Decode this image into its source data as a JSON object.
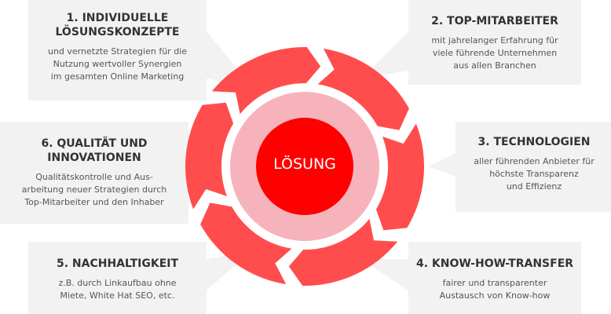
{
  "center": {
    "label": "LÖSUNG"
  },
  "colors": {
    "segment": "#ff4d4d",
    "ring": "#f7b3bb",
    "core": "#ff0000",
    "box": "#f2f2f2"
  },
  "items": [
    {
      "title": "1. INDIVIDUELLE\nLÖSUNGSKONZEPTE",
      "text": "und vernetzte Strategien für die\nNutzung wertvoller Synergien\nim gesamten Online Marketing"
    },
    {
      "title": "2. TOP-MITARBEITER",
      "text": "mit jahrelanger Erfahrung für\nviele führende Unternehmen\naus allen Branchen"
    },
    {
      "title": "3. TECHNOLOGIEN",
      "text": "aller führenden Anbieter für\nhöchste Transparenz\nund Effizienz"
    },
    {
      "title": "4. KNOW-HOW-TRANSFER",
      "text": "fairer und transparenter\nAustausch von Know-how"
    },
    {
      "title": "5. NACHHALTIGKEIT",
      "text": "z.B. durch Linkaufbau ohne\nMiete, White Hat SEO, etc."
    },
    {
      "title": "6. QUALITÄT UND\nINNOVATIONEN",
      "text": "Qualitätskontrolle und Aus-\narbeitung neuer Strategien durch\nTop-Mitarbeiter und den Inhaber"
    }
  ]
}
